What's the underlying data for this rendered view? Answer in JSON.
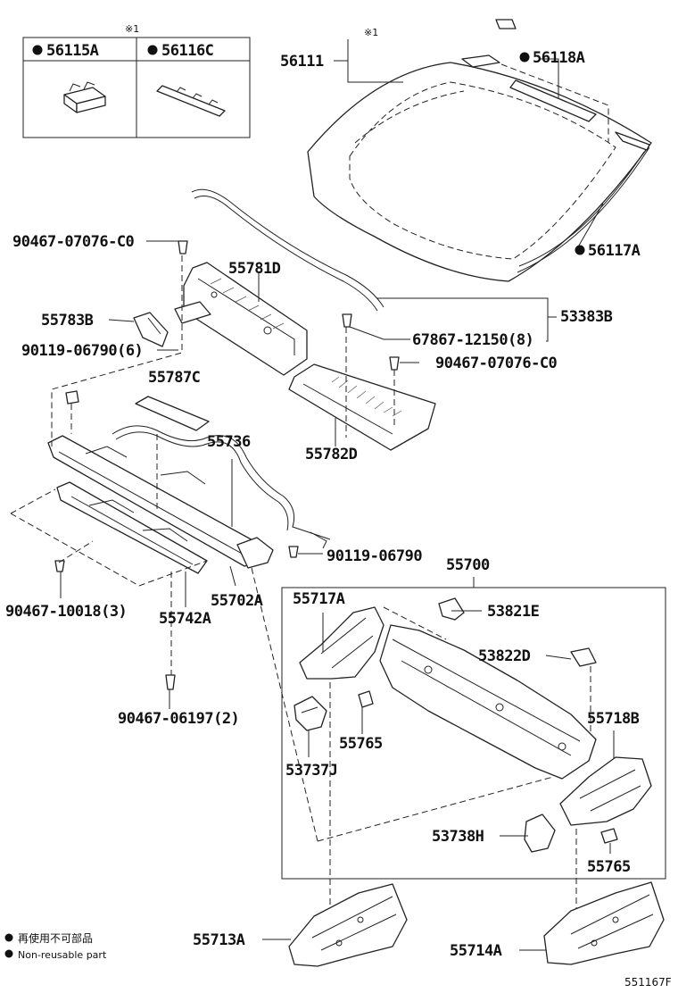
{
  "figure_id": "551167F",
  "inset": {
    "marker": "※1",
    "col1": "56115A",
    "col2": "56116C"
  },
  "legend": {
    "text_jp": "再使用不可部品",
    "text_en": "Non-reusable part"
  },
  "labels": {
    "p56111": "56111",
    "p56118A": "56118A",
    "p56117A": "56117A",
    "mark1": "※1",
    "p90467_07076_top": "90467-07076-C0",
    "p55781D": "55781D",
    "p55783B": "55783B",
    "p90119_06790_6": "90119-06790(6)",
    "p53383B": "53383B",
    "p67867": "67867-12150(8)",
    "p90467_07076_mid": "90467-07076-C0",
    "p55787C": "55787C",
    "p55736": "55736",
    "p55782D": "55782D",
    "p90119_06790": "90119-06790",
    "p55700": "55700",
    "p90467_10018": "90467-10018(3)",
    "p55742A": "55742A",
    "p55702A": "55702A",
    "p55717A": "55717A",
    "p53821E": "53821E",
    "p53822D": "53822D",
    "p55718B": "55718B",
    "p55765a": "55765",
    "p90467_06197": "90467-06197(2)",
    "p53737J": "53737J",
    "p53738H": "53738H",
    "p55765b": "55765",
    "p55713A": "55713A",
    "p55714A": "55714A"
  }
}
